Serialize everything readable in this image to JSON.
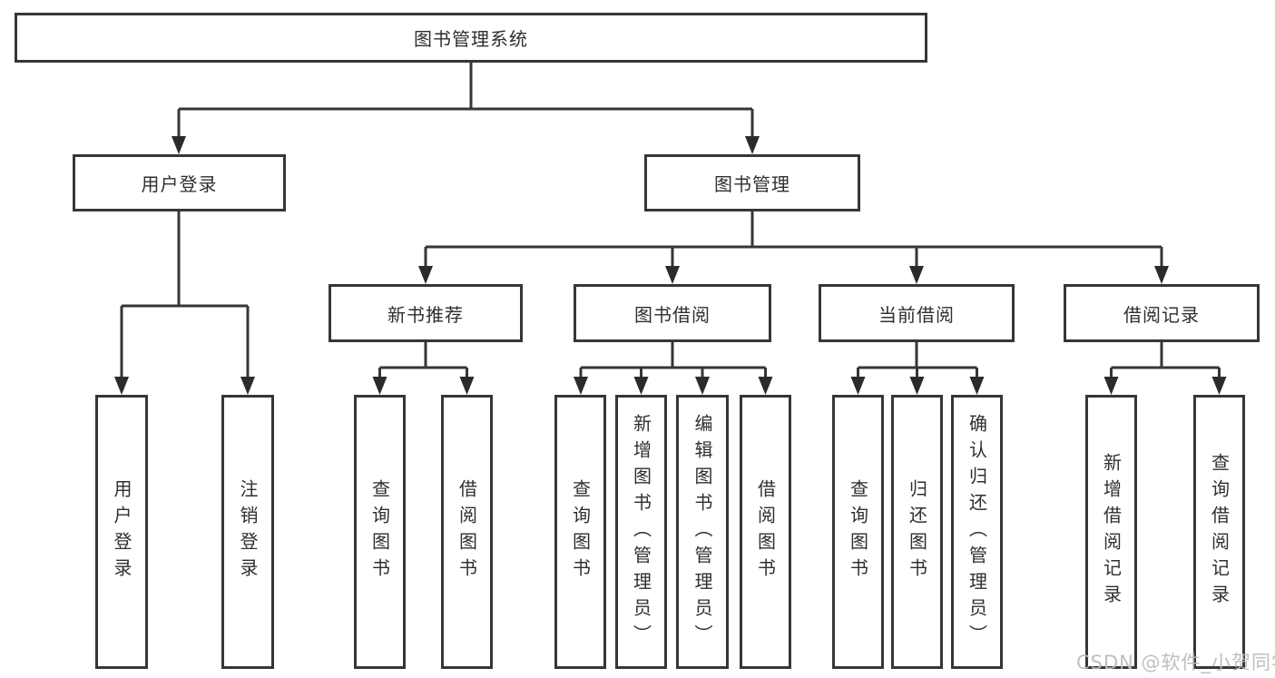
{
  "colors": {
    "line": "#363636",
    "arrow": "#2b2b2b",
    "box_border": "#363636",
    "box_background": "#ffffff",
    "text": "#2f2f2f",
    "watermark": "#bcbcbc"
  },
  "watermark": "CSDN @软件_小贺同学",
  "diagram": {
    "type": "hierarchy-tree",
    "root": {
      "label": "图书管理系统",
      "children": [
        {
          "label": "用户登录",
          "children": [
            {
              "label": "用户登录"
            },
            {
              "label": "注销登录"
            }
          ]
        },
        {
          "label": "图书管理",
          "children": [
            {
              "label": "新书推荐",
              "children": [
                {
                  "label": "查询图书"
                },
                {
                  "label": "借阅图书"
                }
              ]
            },
            {
              "label": "图书借阅",
              "children": [
                {
                  "label": "查询图书"
                },
                {
                  "label": "新增图书（管理员）"
                },
                {
                  "label": "编辑图书（管理员）"
                },
                {
                  "label": "借阅图书"
                }
              ]
            },
            {
              "label": "当前借阅",
              "children": [
                {
                  "label": "查询图书"
                },
                {
                  "label": "归还图书"
                },
                {
                  "label": "确认归还（管理员）"
                }
              ]
            },
            {
              "label": "借阅记录",
              "children": [
                {
                  "label": "新增借阅记录"
                },
                {
                  "label": "查询借阅记录"
                }
              ]
            }
          ]
        }
      ]
    }
  }
}
